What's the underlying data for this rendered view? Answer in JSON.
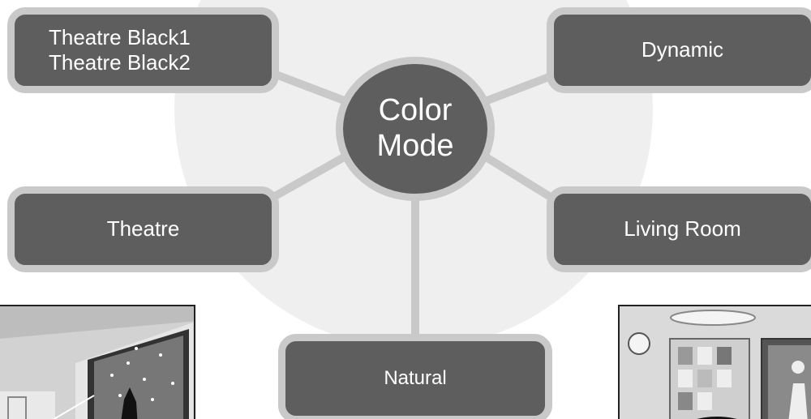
{
  "center": {
    "line1": "Color",
    "line2": "Mode"
  },
  "modes": {
    "theatre_black": [
      "Theatre Black1",
      "Theatre Black2"
    ],
    "dynamic": "Dynamic",
    "theatre": "Theatre",
    "living_room": "Living Room",
    "natural": "Natural"
  },
  "colors": {
    "box_fill": "#5e5e5e",
    "box_border": "#c9c9c9",
    "connector": "#c9c9c9",
    "background_disc": "#efefef",
    "text": "#ffffff"
  },
  "illustrations": [
    "theatre-room-illustration",
    "living-room-illustration"
  ]
}
